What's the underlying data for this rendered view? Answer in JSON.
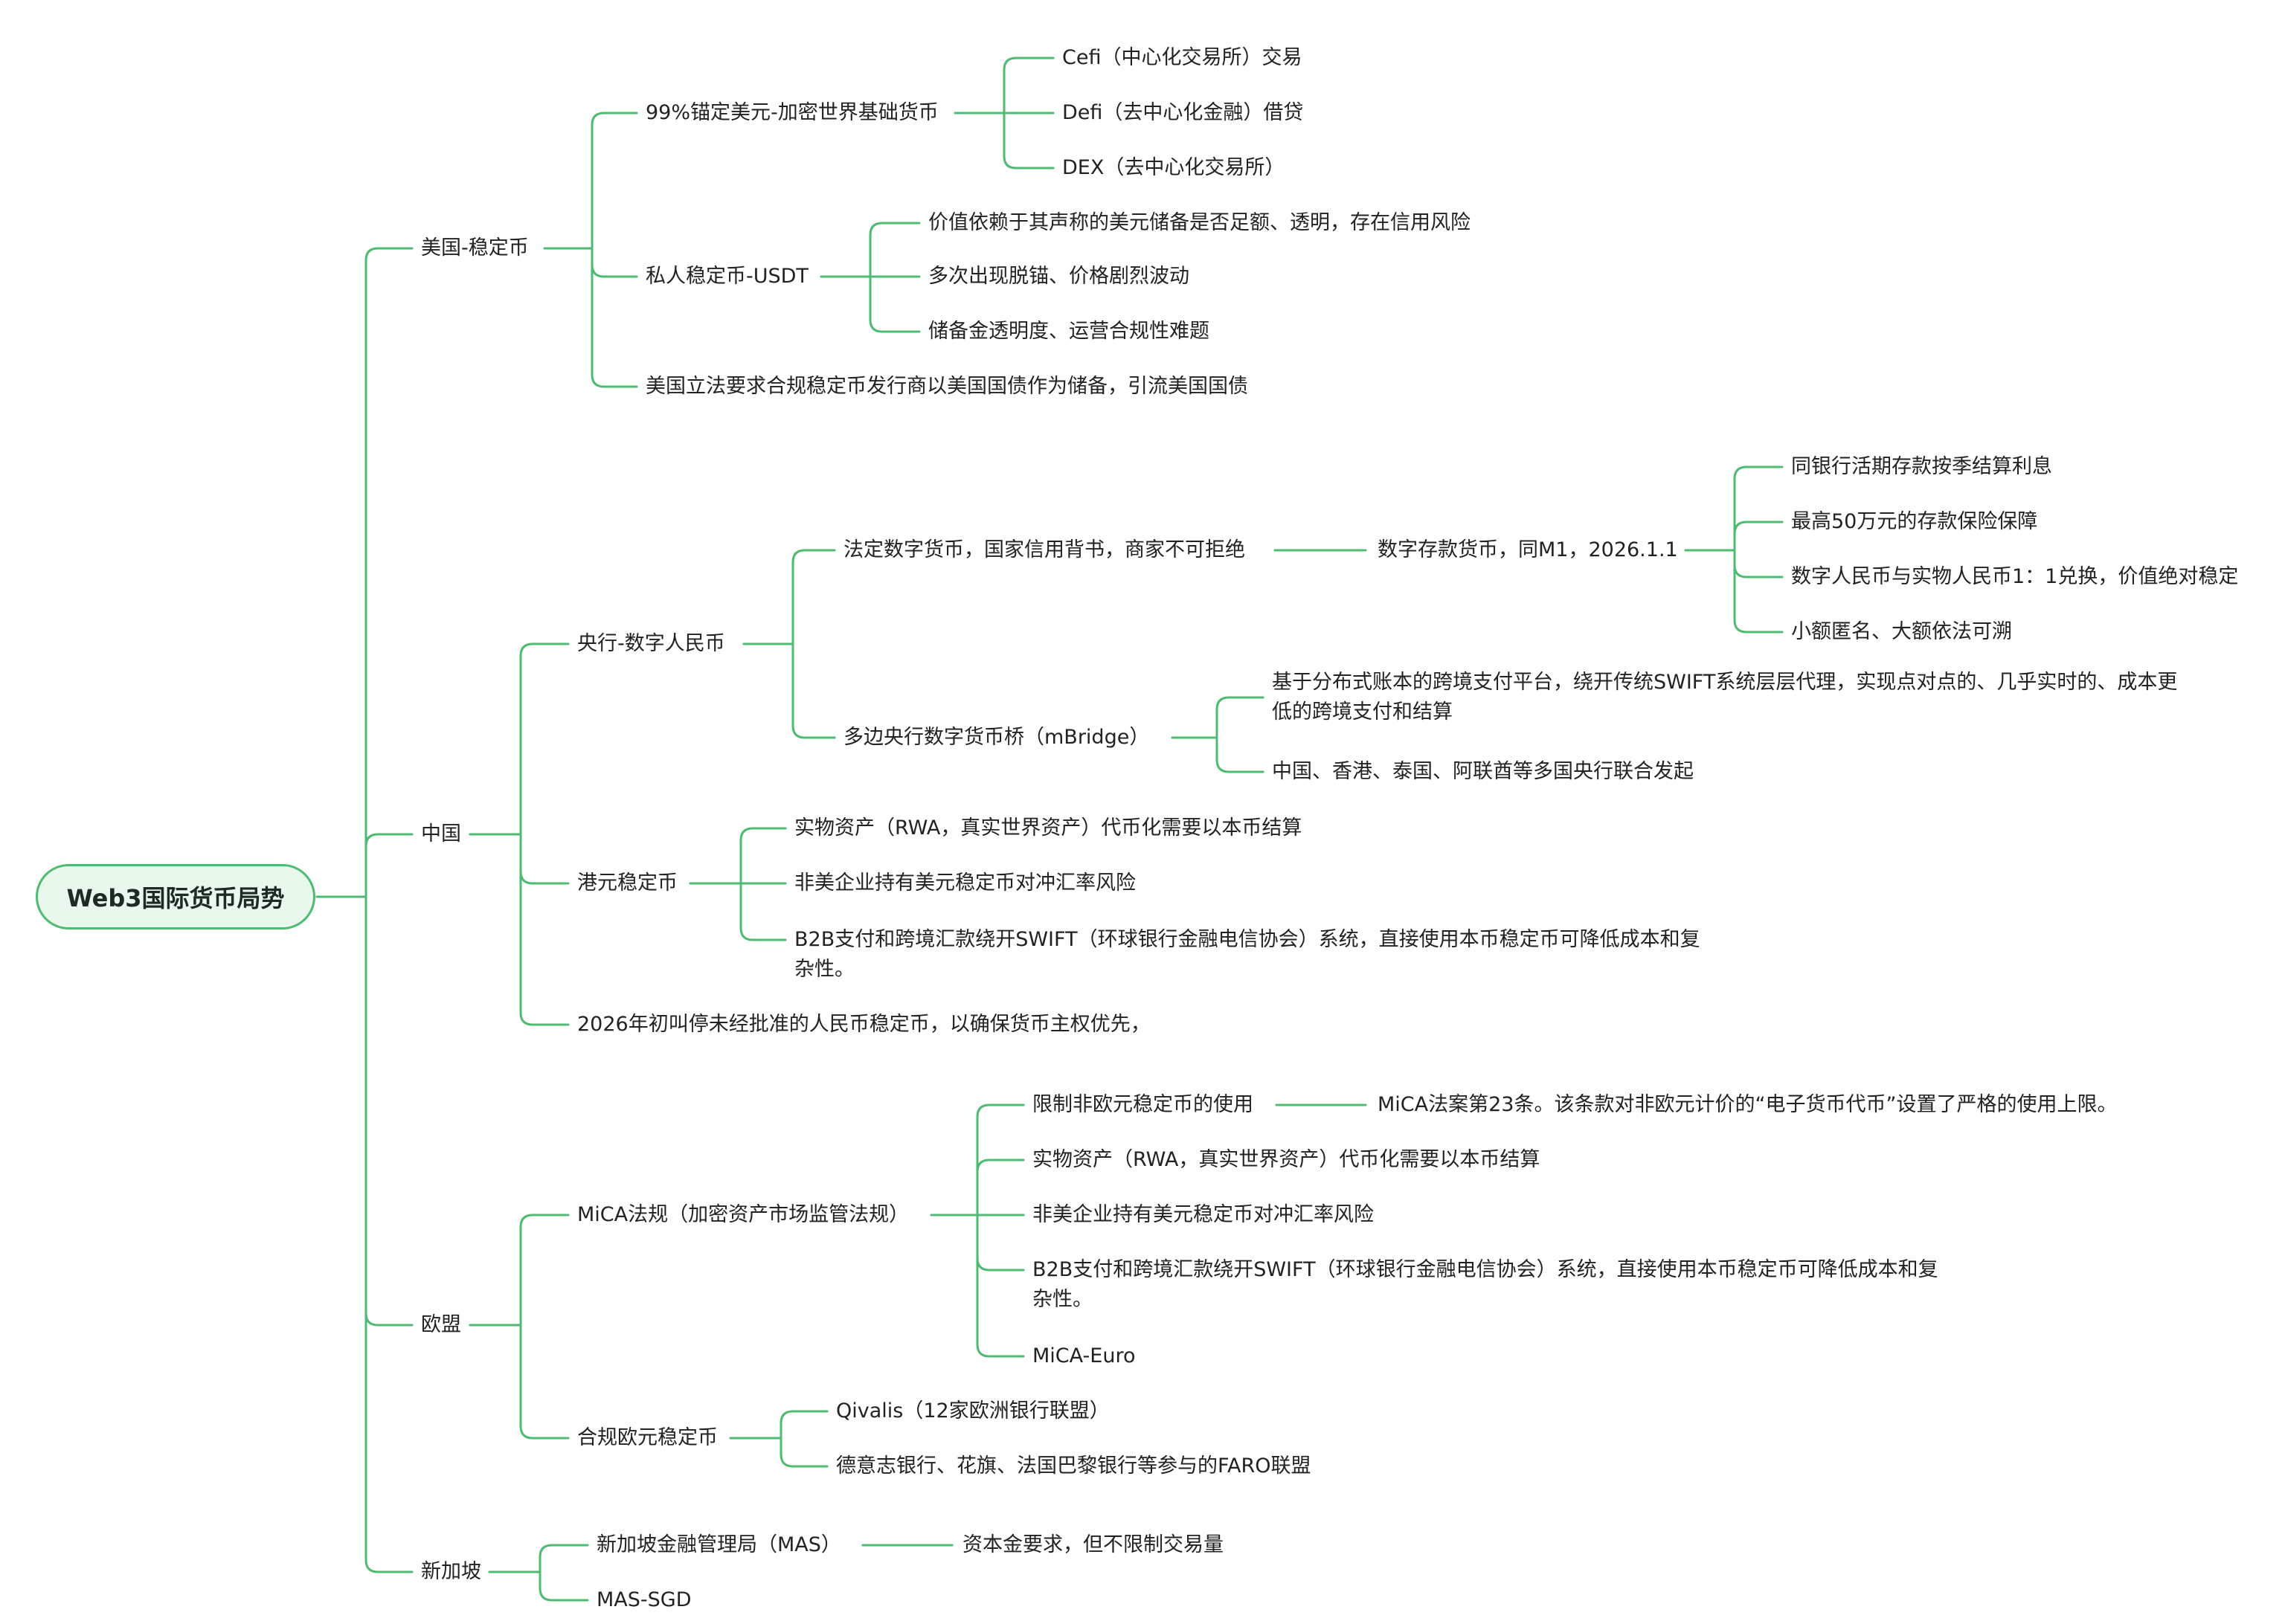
{
  "root": "Web3国际货币局势",
  "colors": {
    "line": "#4fbb72",
    "root_fill": "#e8f8ec",
    "text": "#222222"
  },
  "us": {
    "label": "美国-稳定币",
    "anchor": {
      "label": "99%锚定美元-加密世界基础货币",
      "items": [
        "Cefi（中心化交易所）交易",
        "Defi（去中心化金融）借贷",
        "DEX（去中心化交易所）"
      ]
    },
    "usdt": {
      "label": "私人稳定币-USDT",
      "items": [
        "价值依赖于其声称的美元储备是否足额、透明，存在信用风险",
        "多次出现脱锚、价格剧烈波动",
        "储备金透明度、运营合规性难题"
      ]
    },
    "law": "美国立法要求合规稳定币发行商以美国国债作为储备，引流美国国债"
  },
  "cn": {
    "label": "中国",
    "ecny": {
      "label": "央行-数字人民币",
      "legal": {
        "label": "法定数字货币，国家信用背书，商家不可拒绝",
        "deposit": {
          "label": "数字存款货币，同M1，2026.1.1",
          "items": [
            "同银行活期存款按季结算利息",
            "最高50万元的存款保险保障",
            "数字人民币与实物人民币1：1兑换，价值绝对稳定",
            "小额匿名、大额依法可溯"
          ]
        }
      },
      "mbridge": {
        "label": "多边央行数字货币桥（mBridge）",
        "items": [
          "基于分布式账本的跨境支付平台，绕开传统SWIFT系统层层代理，实现点对点的、几乎实时的、成本更低的跨境支付和结算",
          "中国、香港、泰国、阿联酋等多国央行联合发起"
        ]
      }
    },
    "hkd": {
      "label": "港元稳定币",
      "items": [
        "实物资产（RWA，真实世界资产）代币化需要以本币结算",
        "非美企业持有美元稳定币对冲汇率风险",
        "B2B支付和跨境汇款绕开SWIFT（环球银行金融电信协会）系统，直接使用本币稳定币可降低成本和复杂性。"
      ]
    },
    "ban": "2026年初叫停未经批准的人民币稳定币，以确保货币主权优先，"
  },
  "eu": {
    "label": "欧盟",
    "mica": {
      "label": "MiCA法规（加密资产市场监管法规）",
      "limit": {
        "label": "限制非欧元稳定币的使用",
        "detail": "MiCA法案第23条。该条款对非欧元计价的“电子货币代币”设置了严格的使用上限。"
      },
      "items": [
        "实物资产（RWA，真实世界资产）代币化需要以本币结算",
        "非美企业持有美元稳定币对冲汇率风险",
        "B2B支付和跨境汇款绕开SWIFT（环球银行金融电信协会）系统，直接使用本币稳定币可降低成本和复杂性。",
        "MiCA-Euro"
      ]
    },
    "euro": {
      "label": "合规欧元稳定币",
      "items": [
        "Qivalis（12家欧洲银行联盟）",
        "德意志银行、花旗、法国巴黎银行等参与的FARO联盟"
      ]
    }
  },
  "sg": {
    "label": "新加坡",
    "mas": {
      "label": "新加坡金融管理局（MAS）",
      "detail": "资本金要求，但不限制交易量"
    },
    "sgd": "MAS-SGD"
  }
}
